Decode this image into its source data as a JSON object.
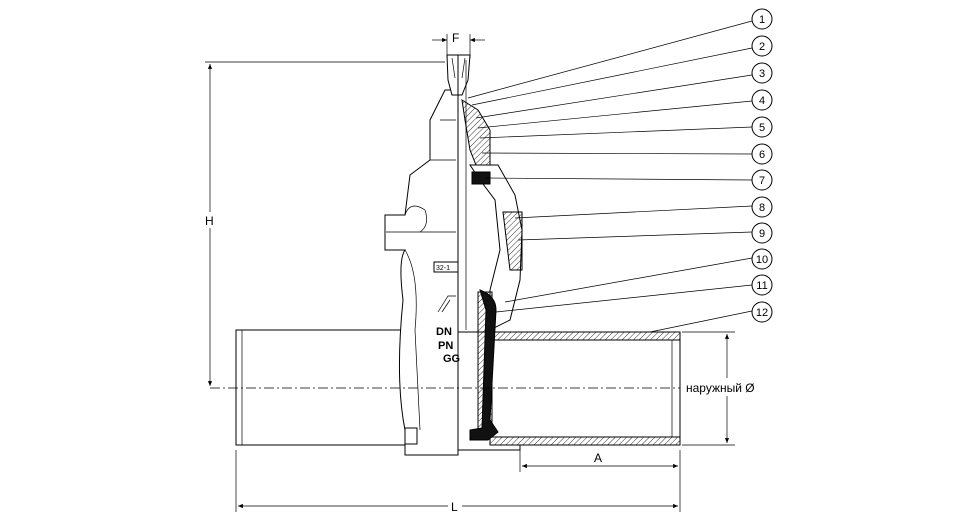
{
  "dimensions": {
    "F": "F",
    "H": "H",
    "L": "L",
    "A": "A",
    "outer_diameter": "наружный Ø"
  },
  "callouts": [
    "1",
    "2",
    "3",
    "4",
    "5",
    "6",
    "7",
    "8",
    "9",
    "10",
    "11",
    "12"
  ],
  "casting_marks": {
    "dn": "DN",
    "pn": "PN",
    "gg": "GG",
    "code": "32-1"
  }
}
